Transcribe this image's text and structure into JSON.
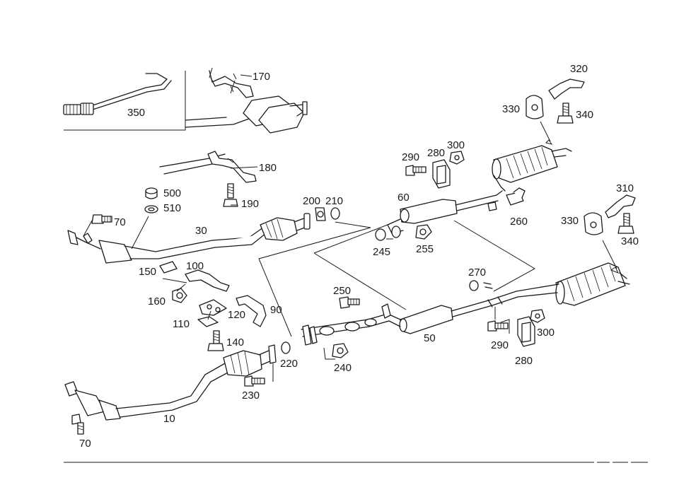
{
  "callouts": {
    "c350": "350",
    "c170": "170",
    "c180": "180",
    "c190": "190",
    "c500": "500",
    "c510": "510",
    "c70a": "70",
    "c30": "30",
    "c200": "200",
    "c210": "210",
    "c60": "60",
    "c245": "245",
    "c255": "255",
    "c290a": "290",
    "c280a": "280",
    "c300a": "300",
    "c330a": "330",
    "c340a": "340",
    "c260": "260",
    "c310": "310",
    "c330b": "330",
    "c340b": "340",
    "c150": "150",
    "c100": "100",
    "c160": "160",
    "c120": "120",
    "c90": "90",
    "c110": "110",
    "c140": "140",
    "c230": "230",
    "c220": "220",
    "c240": "240",
    "c250": "250",
    "c50": "50",
    "c270": "270",
    "c290b": "290",
    "c300b": "300",
    "c280b": "280",
    "c10": "10",
    "c70b": "70",
    "c320": "320"
  }
}
